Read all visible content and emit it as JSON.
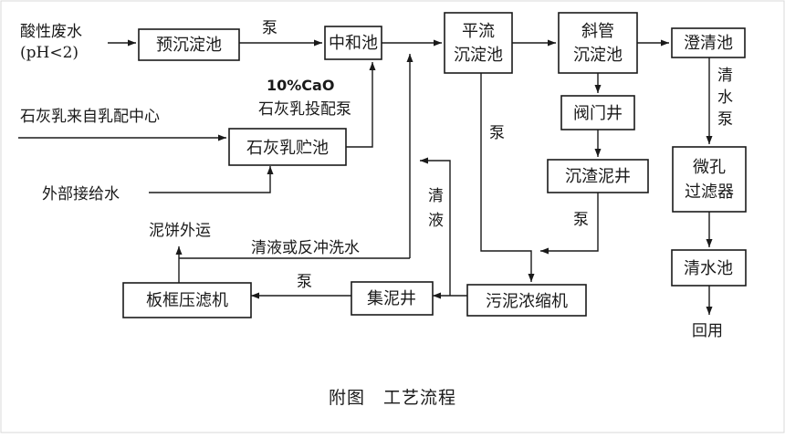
{
  "nodes": {
    "pre_settle": "预沉淀池",
    "neutral": "中和池",
    "flow_settle": [
      "平流",
      "沉淀池"
    ],
    "incline_settle": [
      "斜管",
      "沉淀池"
    ],
    "clarify": "澄清池",
    "valve_well": "阀门井",
    "sludge_well": "沉渣泥井",
    "lime_tank": "石灰乳贮池",
    "micro_filter": [
      "微孔",
      "过滤器"
    ],
    "clear_pool": "清水池",
    "thickener": "污泥浓缩机",
    "collect_well": "集泥井",
    "press": "板框压滤机"
  },
  "labels": {
    "acid_water": "酸性废水",
    "ph": "(pH<2)",
    "pump1": "泵",
    "cao": "10%CaO",
    "lime_pump": "石灰乳投配泵",
    "lime_source": "石灰乳来自乳配中心",
    "ext_water": "外部接给水",
    "pump_v": "泵",
    "clear_liquid_v": [
      "清",
      "液"
    ],
    "clear_pump_v": [
      "清",
      "水",
      "泵"
    ],
    "pump_sludge": "泵",
    "mud_cake": "泥饼外运",
    "backwash": "清液或反冲洗水",
    "pump_press": "泵",
    "reuse": "回用"
  },
  "caption": "附图　工艺流程"
}
